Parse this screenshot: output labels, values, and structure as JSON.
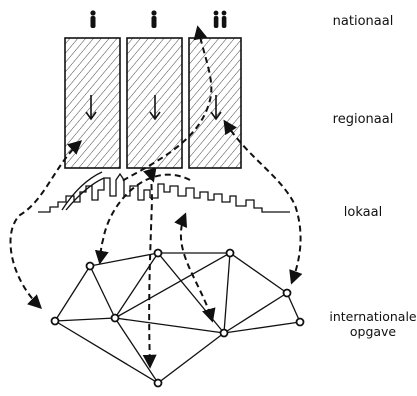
{
  "labels": {
    "nationaal": "nationaal",
    "regionaal": "regionaal",
    "lokaal": "lokaal",
    "internationale": "internationale",
    "opgave": "opgave"
  },
  "colors": {
    "ink": "#111111",
    "background": "#ffffff"
  }
}
